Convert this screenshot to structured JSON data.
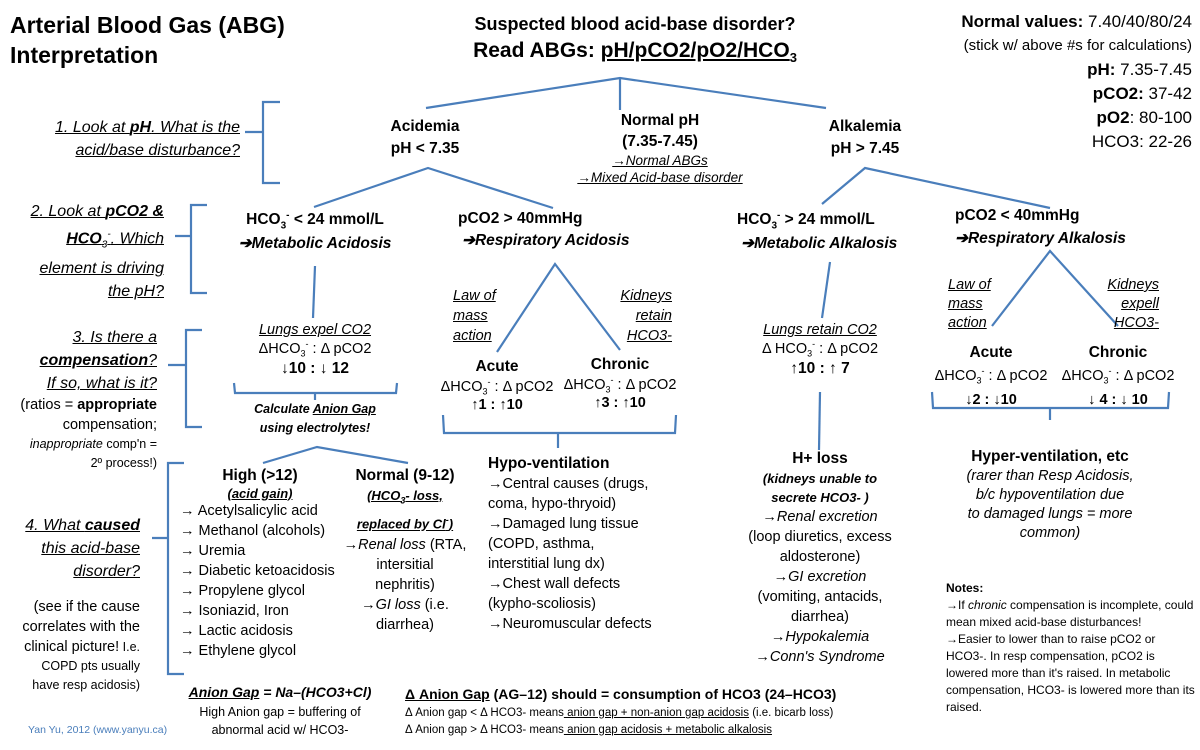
{
  "title": {
    "line1": "Arterial Blood Gas (ABG)",
    "line2": "Interpretation"
  },
  "header": {
    "question": "Suspected blood acid-base disorder?",
    "read_prefix": "Read ABGs: ",
    "read_values": "pH/pCO2/pO2/HCO",
    "read_sub": "3"
  },
  "normal_values": {
    "label": "Normal values:",
    "value": "7.40/40/80/24",
    "note": "(stick w/ above #s for calculations)",
    "ranges": [
      {
        "name": "pH:",
        "value": "7.35-7.45"
      },
      {
        "name": "pCO2:",
        "value": "37-42"
      },
      {
        "name": "pO2",
        "value": ": 80-100"
      },
      {
        "name": "HCO3",
        "value": ": 22-26"
      }
    ]
  },
  "steps": {
    "s1": {
      "pre": "1. Look at ",
      "bold": "pH",
      "post": ". What is the",
      "line2": "acid/base disturbance?"
    },
    "s2": {
      "pre": "2. Look at ",
      "bold": "pCO2 &",
      "bold2": "HCO",
      "sub": "3",
      "sup": "-",
      "post": ".  Which",
      "line3": "element is driving",
      "line4": "the pH?"
    },
    "s3": {
      "l1": "3. Is there a",
      "bold": "compensation",
      "q": "?",
      "l3": "If so, what is it?",
      "r1": "(ratios = ",
      "r1b": "appropriate",
      "r2": "compensation;",
      "r3i": "inappropriate",
      "r3": " comp'n =",
      "r4": "2º process!)"
    },
    "s4": {
      "pre": "4. What ",
      "bold": "caused",
      "l2": "this acid-base",
      "l3": "disorder?",
      "n1": "(see if the cause",
      "n2": "correlates with the",
      "n3": "clinical picture!",
      "n3b": " I.e.",
      "n4": "COPD pts usually",
      "n5": "have resp acidosis)"
    }
  },
  "ph": {
    "acidemia": {
      "label": "Acidemia",
      "range": "pH < 7.35"
    },
    "normal": {
      "label": "Normal pH",
      "range": "(7.35-7.45)",
      "opt1": "→Normal ABGs",
      "opt2": "→Mixed Acid-base disorder"
    },
    "alkalemia": {
      "label": "Alkalemia",
      "range": "pH > 7.45"
    }
  },
  "met_acidosis": {
    "cond": "HCO",
    "cond_sub": "3",
    "cond_sup": "-",
    "cond_rest": " < 24 mmol/L",
    "result": "➔Metabolic Acidosis",
    "comp_label": "Lungs expel CO2",
    "ratio_label": "ΔHCO",
    "ratio_rest": " : Δ pCO2",
    "ratio": "↓10 : ↓ 12",
    "calc1": "Calculate ",
    "calc_u": "Anion Gap",
    "calc2": "using electrolytes!",
    "high": {
      "title": "High (>12)",
      "sub": "(acid gain)",
      "items": [
        "→ Acetylsalicylic acid",
        "→ Methanol (alcohols)",
        "→ Uremia",
        "→ Diabetic ketoacidosis",
        "→ Propylene glycol",
        "→ Isoniazid, Iron",
        "→ Lactic acidosis",
        "→ Ethylene glycol"
      ]
    },
    "normal": {
      "title": "Normal (9-12)",
      "sub1": "(HCO",
      "sub1_sub": "3",
      "sub1_rest": "- loss,",
      "sub2": "replaced by Cl",
      "sub2_sup": "-",
      "sub2_end": ")",
      "r1i": "→Renal loss",
      "r1": " (RTA,",
      "r2": "intersitial",
      "r3": "nephritis)",
      "r4i": "→GI loss",
      "r4": " (i.e.",
      "r5": "diarrhea)"
    }
  },
  "resp_acidosis": {
    "cond": "pCO2 > 40mmHg",
    "result": "➔Respiratory Acidosis",
    "left_label": [
      "Law of",
      "mass",
      "action"
    ],
    "right_label": [
      "Kidneys",
      "retain",
      "HCO3-"
    ],
    "acute": {
      "title": "Acute",
      "ratio": "↑1 : ↑10"
    },
    "chronic": {
      "title": "Chronic",
      "ratio": "↑3 : ↑10"
    },
    "cause_title": "Hypo-ventilation",
    "causes": [
      "→Central causes (drugs,",
      "coma, hypo-thryoid)",
      "→Damaged lung tissue",
      "(COPD, asthma,",
      "interstitial lung dx)",
      "→Chest wall defects",
      "(kypho-scoliosis)",
      "→Neuromuscular defects"
    ]
  },
  "met_alkalosis": {
    "cond_rest": " > 24 mmol/L",
    "result": "➔Metabolic Alkalosis",
    "comp_label": "Lungs retain CO2",
    "ratio_label": "Δ HCO",
    "ratio": "↑10 : ↑ 7",
    "cause_title": "H+ loss",
    "cause_sub1": "(kidneys unable to",
    "cause_sub2": "secrete HCO3- )",
    "causes": [
      {
        "text": "→Renal excretion",
        "italic": true
      },
      {
        "text": "(loop diuretics, excess",
        "italic": false
      },
      {
        "text": "aldosterone)",
        "italic": false
      },
      {
        "text": "→GI excretion",
        "italic": true
      },
      {
        "text": "(vomiting, antacids,",
        "italic": false
      },
      {
        "text": "diarrhea)",
        "italic": false
      },
      {
        "text": "→Hypokalemia",
        "italic": true
      },
      {
        "text": "→Conn's Syndrome",
        "italic": true
      }
    ]
  },
  "resp_alkalosis": {
    "cond": "pCO2 < 40mmHg",
    "result": "➔Respiratory Alkalosis",
    "left_label": [
      "Law of",
      "mass",
      "action"
    ],
    "right_label": [
      "Kidneys",
      "expell",
      "HCO3-"
    ],
    "acute": {
      "title": "Acute",
      "ratio": "↓2 : ↓10"
    },
    "chronic": {
      "title": "Chronic",
      "ratio": "↓ 4 : ↓ 10"
    },
    "cause_title": "Hyper-ventilation, etc",
    "cause_note": [
      "(rarer than Resp Acidosis,",
      "b/c hypoventilation due",
      "to damaged lungs = more",
      "common)"
    ]
  },
  "anion_gap": {
    "formula_u": "Anion Gap",
    "formula": " = Na–(HCO3+Cl)",
    "n1": "High Anion gap = buffering of",
    "n2": "abnormal acid w/ HCO3-"
  },
  "delta_gap": {
    "title_u": "Δ Anion Gap",
    "title": " (AG–12) should = consumption of HCO3 (24–HCO3)",
    "l1a": "Δ Anion gap < Δ HCO3- means",
    "l1u": " anion gap + non-anion gap acidosis",
    "l1b": " (i.e. bicarb loss)",
    "l2a": "Δ Anion gap > Δ HCO3- means",
    "l2u": " anion gap  acidosis",
    "l2m": " + ",
    "l2u2": "metabolic alkalosis"
  },
  "notes": {
    "title": "Notes:",
    "n1a": "→If ",
    "n1i": "chronic",
    "n1b": " compensation is incomplete, could mean mixed acid-base disturbances!",
    "n2": "→Easier to lower than to raise pCO2 or HCO3-. In resp compensation, pCO2 is lowered more than it's raised. In metabolic compensation, HCO3- is lowered more than its raised."
  },
  "credit": "Yan Yu, 2012 (www.yanyu.ca)",
  "colors": {
    "lines": "#4a7ebb",
    "credit": "#4a7ebb"
  }
}
